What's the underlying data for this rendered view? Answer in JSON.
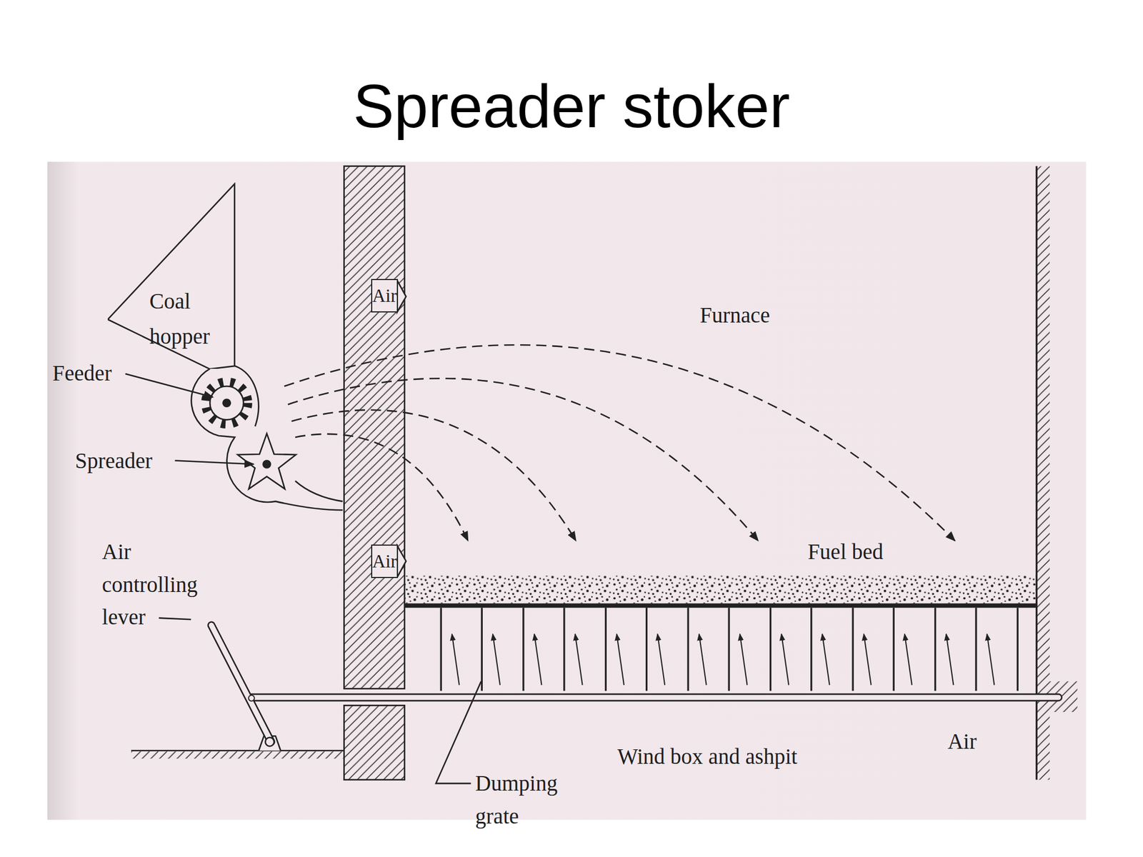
{
  "diagram": {
    "title": "Spreader stoker",
    "nodes": [
      {
        "text": [
          "Coal hopper"
        ]
      },
      {
        "text": [
          "Air"
        ]
      },
      {
        "text": [
          "Air"
        ]
      }
    ],
    "labels": [
      "Furnace",
      "Feeder",
      "Spreader",
      "Air controlling lever",
      "Fuel bed",
      "Air",
      "Wind box and ashpit",
      "Dumping grate"
    ]
  }
}
